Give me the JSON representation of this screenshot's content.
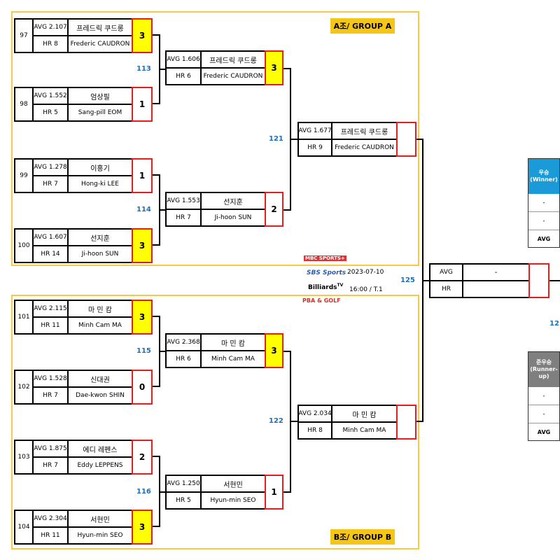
{
  "groups": {
    "a_label": "A조/ GROUP A",
    "b_label": "B조/ GROUP B"
  },
  "round1": [
    {
      "seed": "97",
      "avg": "AVG 2.107",
      "hr": "HR 8",
      "name_kr": "프레드릭 쿠드롱",
      "name_en": "Frederic CAUDRON",
      "score": "3",
      "winner": true
    },
    {
      "seed": "98",
      "avg": "AVG 1.552",
      "hr": "HR 5",
      "name_kr": "엄상필",
      "name_en": "Sang-pill EOM",
      "score": "1",
      "winner": false
    },
    {
      "seed": "99",
      "avg": "AVG 1.278",
      "hr": "HR 7",
      "name_kr": "이홍기",
      "name_en": "Hong-ki LEE",
      "score": "1",
      "winner": false
    },
    {
      "seed": "100",
      "avg": "AVG 1.607",
      "hr": "HR 14",
      "name_kr": "선지훈",
      "name_en": "Ji-hoon SUN",
      "score": "3",
      "winner": true
    },
    {
      "seed": "101",
      "avg": "AVG 2.115",
      "hr": "HR 11",
      "name_kr": "마 민 캄",
      "name_en": "Minh Cam MA",
      "score": "3",
      "winner": true
    },
    {
      "seed": "102",
      "avg": "AVG 1.528",
      "hr": "HR 7",
      "name_kr": "신대권",
      "name_en": "Dae-kwon SHIN",
      "score": "0",
      "winner": false
    },
    {
      "seed": "103",
      "avg": "AVG 1.875",
      "hr": "HR 7",
      "name_kr": "에디 레펜스",
      "name_en": "Eddy LEPPENS",
      "score": "2",
      "winner": false
    },
    {
      "seed": "104",
      "avg": "AVG 2.304",
      "hr": "HR 11",
      "name_kr": "서현민",
      "name_en": "Hyun-min SEO",
      "score": "3",
      "winner": true
    }
  ],
  "round2": [
    {
      "avg": "AVG 1.606",
      "hr": "HR 6",
      "name_kr": "프레드릭 쿠드롱",
      "name_en": "Frederic CAUDRON",
      "score": "3",
      "winner": true
    },
    {
      "avg": "AVG 1.553",
      "hr": "HR 7",
      "name_kr": "선지훈",
      "name_en": "Ji-hoon SUN",
      "score": "2",
      "winner": false
    },
    {
      "avg": "AVG 2.368",
      "hr": "HR 6",
      "name_kr": "마 민 캄",
      "name_en": "Minh Cam MA",
      "score": "3",
      "winner": true
    },
    {
      "avg": "AVG 1.250",
      "hr": "HR 5",
      "name_kr": "서현민",
      "name_en": "Hyun-min SEO",
      "score": "1",
      "winner": false
    }
  ],
  "round3": [
    {
      "avg": "AVG 1.677",
      "hr": "HR 9",
      "name_kr": "프레드릭 쿠드롱",
      "name_en": "Frederic CAUDRON",
      "score": "",
      "winner": false
    },
    {
      "avg": "AVG 2.034",
      "hr": "HR 8",
      "name_kr": "마 민 캄",
      "name_en": "Minh Cam MA",
      "score": "",
      "winner": false
    }
  ],
  "final": {
    "avg": "AVG",
    "hr": "HR",
    "name_kr": "-",
    "name_en": "",
    "score": "",
    "winner": false
  },
  "match_numbers": [
    "113",
    "114",
    "115",
    "116",
    "121",
    "122",
    "125",
    "12"
  ],
  "broadcast": {
    "mbc": "MBC SPORTS+",
    "sbs": "SBS Sports",
    "billiards": "Billiards",
    "billiards_sup": "TV",
    "pba": "PBA & GOLF",
    "date": "2023-07-10",
    "time_table": "16:00 / T.1"
  },
  "winner_panel": {
    "title_kr": "우승",
    "title_en": "(Winner)",
    "row1": "-",
    "row2": "-",
    "avg_label": "AVG",
    "color": "#1a9ad6"
  },
  "runnerup_panel": {
    "title_kr": "준우승",
    "title_en": "(Runner-up)",
    "row1": "-",
    "row2": "-",
    "avg_label": "AVG",
    "color": "#7f7f7f"
  },
  "colors": {
    "winner_score": "#ffff00",
    "score_border": "#e02020",
    "group_frame": "#f7c948",
    "match_number": "#1e6fb8"
  }
}
